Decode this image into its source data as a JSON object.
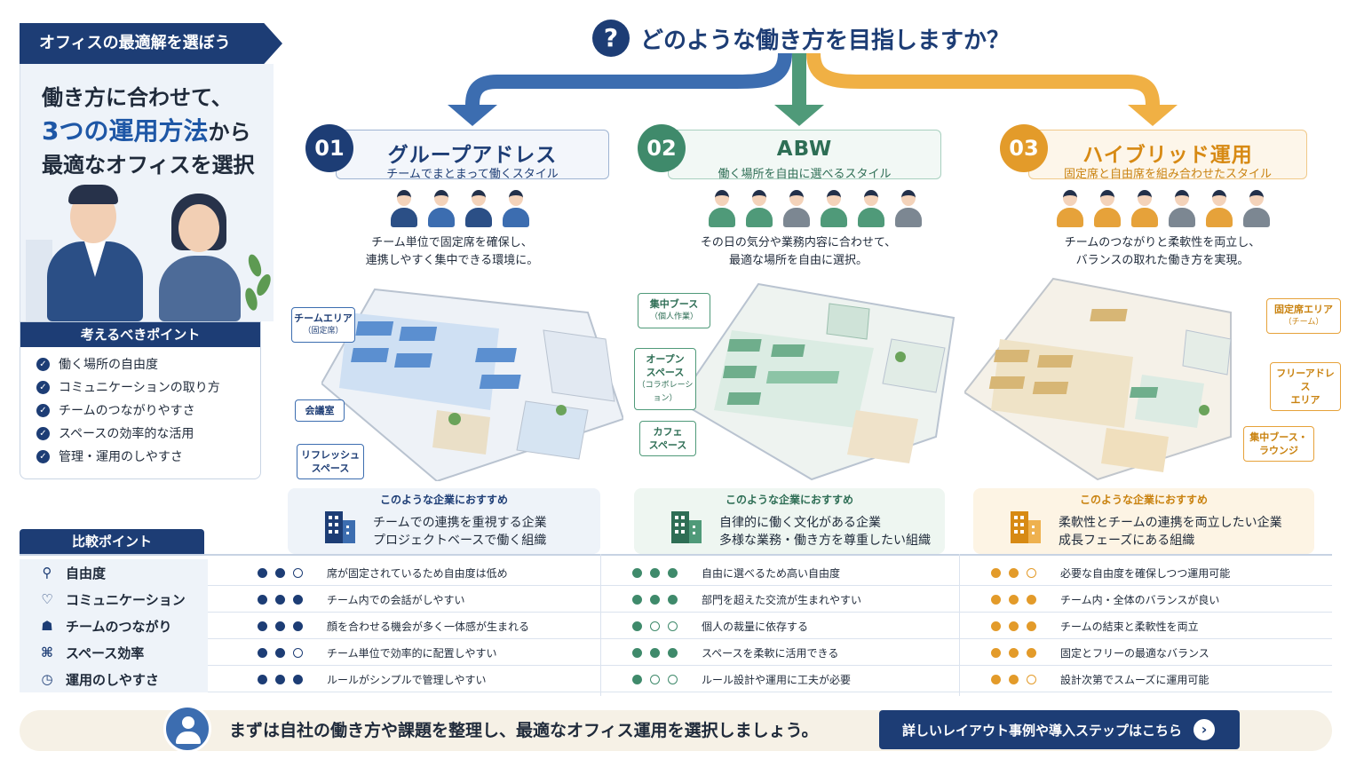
{
  "left": {
    "ribbon": "オフィスの最適解を選ぼう",
    "lead_1": "働き方に合わせて、",
    "lead_2_accent": "3つの運用方法",
    "lead_2_rest": "から",
    "lead_3": "最適なオフィスを選択",
    "points_title": "考えるべきポイント",
    "points": [
      "働く場所の自由度",
      "コミュニケーションの取り方",
      "チームのつながりやすさ",
      "スペースの効率的な活用",
      "管理・運用のしやすさ"
    ]
  },
  "question": {
    "mark": "?",
    "text": "どのような働き方を目指しますか？"
  },
  "columns": [
    {
      "num": "01",
      "title": "グループアドレス",
      "subtitle": "チームでまとまって働くスタイル",
      "color": "#1d3d75",
      "accent": "#3c6db0",
      "desc_1": "チーム単位で固定席を確保し、",
      "desc_2": "連携しやすく集中できる環境に。",
      "callouts": [
        {
          "main": "チームエリア",
          "sub": "（固定席）"
        },
        {
          "main": "会議室",
          "sub": ""
        },
        {
          "main": "リフレッシュ",
          "sub": "スペース"
        }
      ],
      "rec_label": "このような企業におすすめ",
      "rec_1": "チームでの連携を重視する企業",
      "rec_2": "プロジェクトベースで働く組織"
    },
    {
      "num": "02",
      "title": "ABW",
      "subtitle": "働く場所を自由に選べるスタイル",
      "color": "#3f8a6b",
      "accent": "#4f9a79",
      "desc_1": "その日の気分や業務内容に合わせて、",
      "desc_2": "最適な場所を自由に選択。",
      "callouts": [
        {
          "main": "集中ブース",
          "sub": "（個人作業）"
        },
        {
          "main": "オープン",
          "sub": "スペース"
        },
        {
          "main": "カフェ",
          "sub": "スペース"
        }
      ],
      "callout_extra": "（コラボレーション）",
      "rec_label": "このような企業におすすめ",
      "rec_1": "自律的に働く文化がある企業",
      "rec_2": "多様な業務・働き方を尊重したい組織"
    },
    {
      "num": "03",
      "title": "ハイブリッド運用",
      "subtitle": "固定席と自由席を組み合わせたスタイル",
      "color": "#e39b2a",
      "accent": "#e6a23a",
      "desc_1": "チームのつながりと柔軟性を両立し、",
      "desc_2": "バランスの取れた働き方を実現。",
      "callouts": [
        {
          "main": "固定席エリア",
          "sub": "（チーム）"
        },
        {
          "main": "フリーアドレス",
          "sub": "エリア"
        },
        {
          "main": "集中ブース・",
          "sub": "ラウンジ"
        }
      ],
      "rec_label": "このような企業におすすめ",
      "rec_1": "柔軟性とチームの連携を両立したい企業",
      "rec_2": "成長フェーズにある組織"
    }
  ],
  "comparison": {
    "title": "比較ポイント",
    "rows": [
      {
        "label": "自由度",
        "icon": "person-pin-icon",
        "cells": [
          {
            "score": 2,
            "text": "席が固定されているため自由度は低め"
          },
          {
            "score": 3,
            "text": "自由に選べるため高い自由度"
          },
          {
            "score": 2,
            "text": "必要な自由度を確保しつつ運用可能"
          }
        ]
      },
      {
        "label": "コミュニケーション",
        "icon": "heart-chat-icon",
        "cells": [
          {
            "score": 3,
            "text": "チーム内での会話がしやすい"
          },
          {
            "score": 3,
            "text": "部門を超えた交流が生まれやすい"
          },
          {
            "score": 3,
            "text": "チーム内・全体のバランスが良い"
          }
        ]
      },
      {
        "label": "チームのつながり",
        "icon": "team-icon",
        "cells": [
          {
            "score": 3,
            "text": "顔を合わせる機会が多く一体感が生まれる"
          },
          {
            "score": 1,
            "text": "個人の裁量に依存する"
          },
          {
            "score": 3,
            "text": "チームの結束と柔軟性を両立"
          }
        ]
      },
      {
        "label": "スペース効率",
        "icon": "network-icon",
        "cells": [
          {
            "score": 2,
            "text": "チーム単位で効率的に配置しやすい"
          },
          {
            "score": 3,
            "text": "スペースを柔軟に活用できる"
          },
          {
            "score": 3,
            "text": "固定とフリーの最適なバランス"
          }
        ]
      },
      {
        "label": "運用のしやすさ",
        "icon": "clock-gear-icon",
        "cells": [
          {
            "score": 3,
            "text": "ルールがシンプルで管理しやすい"
          },
          {
            "score": 1,
            "text": "ルール設計や運用に工夫が必要"
          },
          {
            "score": 2,
            "text": "設計次第でスムーズに運用可能"
          }
        ]
      }
    ]
  },
  "footer": {
    "text": "まずは自社の働き方や課題を整理し、最適なオフィス運用を選択しましょう。",
    "button": "詳しいレイアウト事例や導入ステップはこちら",
    "arrow": "›"
  }
}
